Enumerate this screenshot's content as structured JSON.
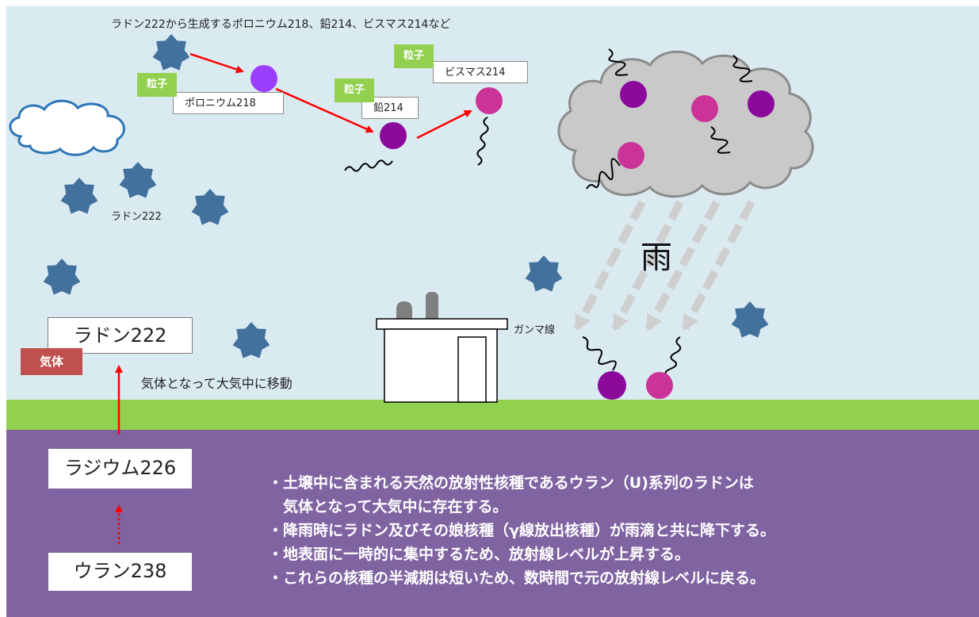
{
  "labels": {
    "top_caption": "ラドン222から生成するポロニウム218、鉛214、ビスマス214など",
    "polonium": "ポロニウム218",
    "lead": "鉛214",
    "bismuth": "ビスマス214",
    "radon_sky": "ラドン222",
    "gamma": "ガンマ線",
    "rain": "雨",
    "gas_move": "気体となって大気中に移動"
  },
  "tags": {
    "particle": "粒子",
    "gas": "気体"
  },
  "boxes": {
    "radon": "ラドン222",
    "radium": "ラジウム226",
    "uranium": "ウラン238"
  },
  "notes": [
    "・土壌中に含まれる天然の放射性核種であるウラン（U)系列のラドンは",
    "　気体となって大気中に存在する。",
    "・降雨時にラドン及びその娘核種（γ線放出核種）が雨滴と共に降下する。",
    "・地表面に一時的に集中するため、放射線レベルが上昇する。",
    "・これらの核種の半減期は短いため、数時間で元の放射線レベルに戻る。"
  ],
  "colors": {
    "sky": "#daeaf1",
    "grass": "#92d050",
    "soil": "#8064a2",
    "radon_star": "#41719c",
    "polonium": "#9b3dfc",
    "lead": "#8b0a9c",
    "bismuth": "#cc3399",
    "arrow": "#ff0000",
    "cloud": "#c9c9c9",
    "tag_particle": "#92d050",
    "tag_gas": "#c0504d"
  }
}
